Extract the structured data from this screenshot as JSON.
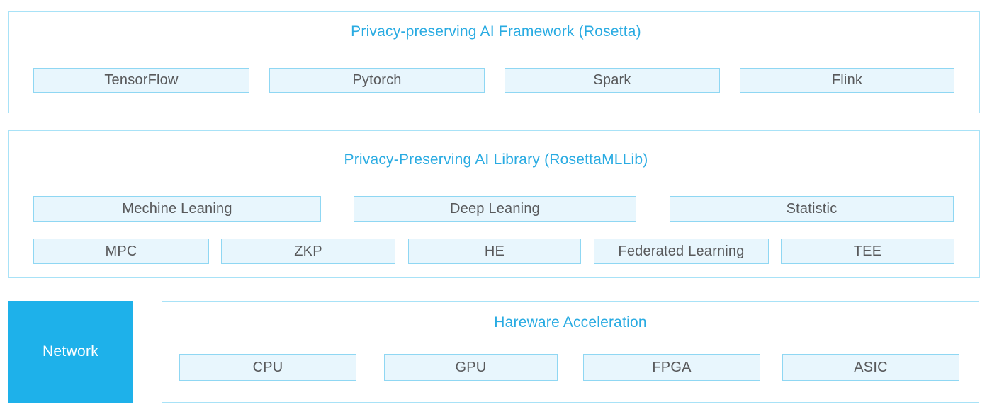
{
  "colors": {
    "accent_title": "#29abe2",
    "network_fill": "#1eb1ea",
    "box_fill": "#e8f6fd",
    "box_border": "#8fd7f3",
    "frame_border": "#a8e2f7",
    "box_text": "#58595b",
    "network_text": "#ffffff",
    "background": "#ffffff"
  },
  "framework": {
    "title": "Privacy-preserving AI Framework (Rosetta)",
    "boxes": [
      "TensorFlow",
      "Pytorch",
      "Spark",
      "Flink"
    ]
  },
  "library": {
    "title": "Privacy-Preserving AI Library (RosettaMLLib)",
    "categories": [
      "Mechine Leaning",
      "Deep Leaning",
      "Statistic"
    ],
    "technologies": [
      "MPC",
      "ZKP",
      "HE",
      "Federated Learning",
      "TEE"
    ]
  },
  "infrastructure": {
    "network_label": "Network",
    "hardware_title": "Hareware Acceleration",
    "hardware_boxes": [
      "CPU",
      "GPU",
      "FPGA",
      "ASIC"
    ]
  }
}
